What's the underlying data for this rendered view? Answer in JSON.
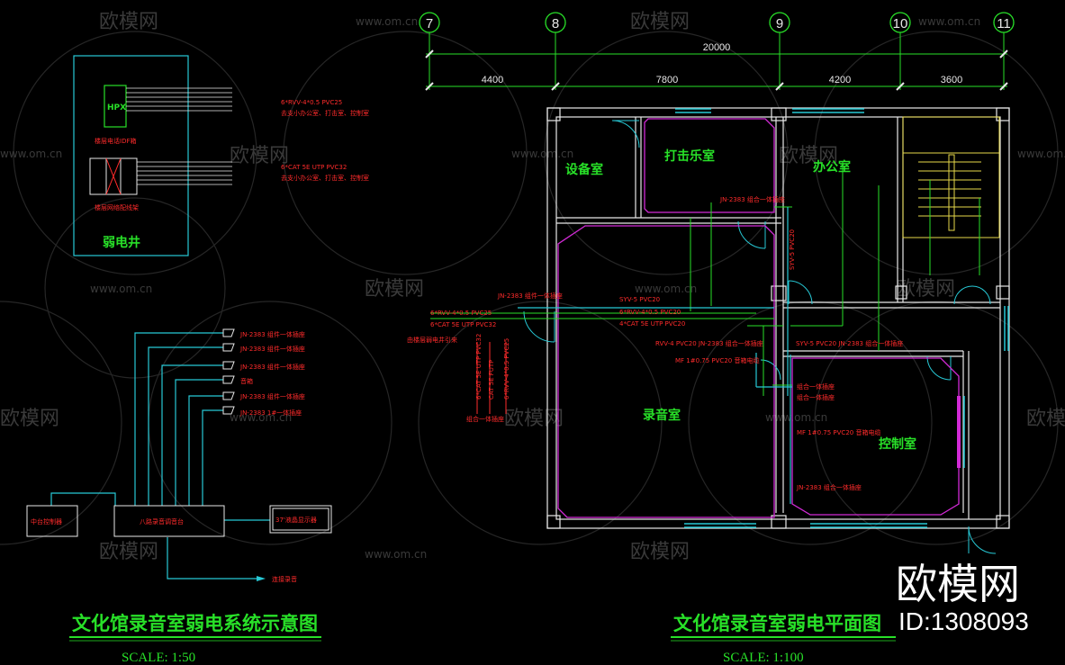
{
  "watermark": {
    "brand": "欧模网",
    "url": "www.om.cn",
    "id": "ID:1308093"
  },
  "grid_labels": [
    "7",
    "8",
    "9",
    "10",
    "11"
  ],
  "dimensions": {
    "total": "20000",
    "spans": [
      "4400",
      "7800",
      "4200",
      "3600"
    ]
  },
  "rooms": [
    "设备室",
    "打击乐室",
    "办公室",
    "录音室",
    "控制室"
  ],
  "shaft": {
    "hpx": "HPX",
    "box1": "楼层电话IDF箱",
    "box2": "楼层网络配线架",
    "title": "弱电井"
  },
  "cable_notes_left": [
    "6*RVV-4*0.5 PVC25",
    "去支小办公室、打击室、控制室",
    "6*CAT 5E UTP PVC32",
    "去支小办公室、打击室、控制室"
  ],
  "system": {
    "items": [
      "JN-2383 组件一体插座",
      "JN-2383 组件一体插座",
      "JN-2383 组件一体插座",
      "音箱",
      "JN-2383 组件一体插座",
      "JN-2383 1#一体插座"
    ],
    "amp": "中台控制器",
    "mixer": "八路录音调音台",
    "monitor": "37'液晶显示器",
    "output": "连接录音"
  },
  "plan_notes": [
    "JN-2383 组件一体插座",
    "SYV-5 PVC20",
    "6*RVV-4*0.5 PVC25",
    "6*RVV-4*0.5 PVC20",
    "6*CAT 5E UTP PVC32",
    "4*CAT 5E UTP PVC20",
    "由楼层弱电井引来",
    "RVV-4 PVC20 JN-2383 组合一体插座",
    "SYV-5 PVC20 JN-2383 组合一体插座",
    "MF 1#0.75 PVC20 音箱电缆",
    "JN-2383 组合一体插座",
    "CAT 5E FUTP",
    "组合一体插座"
  ],
  "titles": {
    "left": "文化馆录音室弱电系统示意图",
    "right": "文化馆录音室弱电平面图",
    "scale_left": "SCALE:   1:50",
    "scale_right": "SCALE:   1:100"
  }
}
